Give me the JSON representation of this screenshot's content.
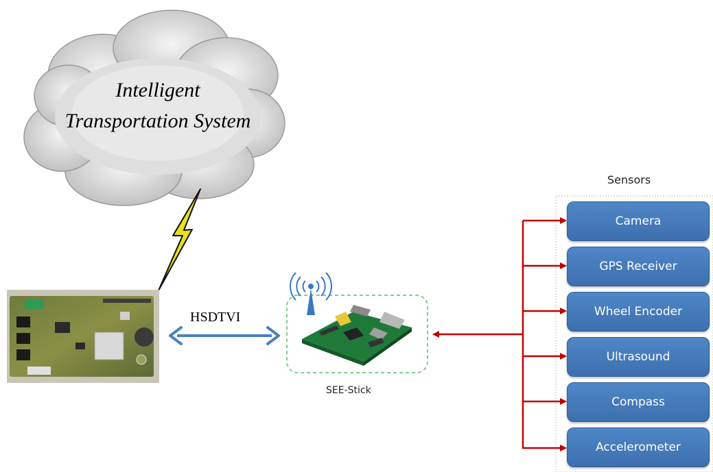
{
  "cloud": {
    "line1": "Intelligent",
    "line2": "Transportation System"
  },
  "link_label": "HSDTVI",
  "device_label": "SEE-Stick",
  "sensors": {
    "title": "Sensors",
    "items": [
      {
        "label": "Camera"
      },
      {
        "label": "GPS Receiver"
      },
      {
        "label": "Wheel Encoder"
      },
      {
        "label": "Ultrasound"
      },
      {
        "label": "Compass"
      },
      {
        "label": "Accelerometer"
      }
    ]
  },
  "colors": {
    "sensor_box": "#4a7fc1",
    "sensor_arrow": "#c00000",
    "link_arrow": "#4a7fc1",
    "device_border": "#7fcc8a",
    "lightning": "#e8e020"
  }
}
